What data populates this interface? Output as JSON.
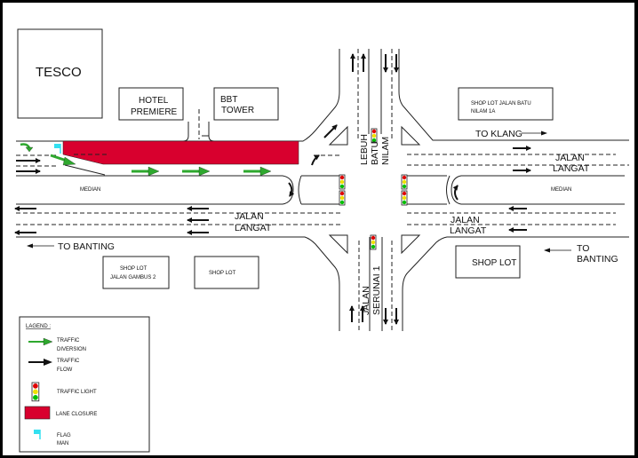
{
  "buildings": {
    "tesco": "TESCO",
    "hotel_premiere": [
      "HOTEL",
      "PREMIERE"
    ],
    "bbt_tower": [
      "BBT",
      "TOWER"
    ],
    "shop_lot_batu_nilam": [
      "SHOP LOT JALAN BATU",
      "NILAM 1A"
    ],
    "shop_lot_gambus": [
      "SHOP LOT",
      "JALAN GAMBUS 2"
    ],
    "shop_lot_center": "SHOP LOT",
    "shop_lot_right": "SHOP LOT"
  },
  "roads": {
    "north": [
      "LEBUH",
      "BATU",
      "NILAM"
    ],
    "south": [
      "JALAN",
      "SERUNAI 1"
    ],
    "jalan_langat_east_upper": [
      "JALAN",
      "LANGAT"
    ],
    "jalan_langat_east_lower": [
      "JALAN",
      "LANGAT"
    ],
    "jalan_langat_west": [
      "JALAN",
      "LANGAT"
    ],
    "median": "MEDIAN"
  },
  "directions": {
    "to_klang": "TO KLANG",
    "to_banting_west": "TO BANTING",
    "to_banting_east": [
      "TO",
      "BANTING"
    ]
  },
  "legend": {
    "title": "LAGEND :",
    "items": [
      {
        "icon": "green-arrow-icon",
        "label": [
          "TRAFFIC",
          "DIVERSION"
        ]
      },
      {
        "icon": "black-arrow-icon",
        "label": [
          "TRAFFIC",
          "FLOW"
        ]
      },
      {
        "icon": "traffic-light-icon",
        "label": [
          "TRAFFIC LIGHT"
        ]
      },
      {
        "icon": "lane-closure-icon",
        "label": [
          "LANE CLOSURE"
        ]
      },
      {
        "icon": "flag-icon",
        "label": [
          "FLAG",
          "MAN"
        ]
      }
    ]
  },
  "colors": {
    "lane_closure": "#D8002E",
    "diversion": "#2EA82E",
    "flag": "#33E0F0",
    "light_red": "#E00000",
    "light_yellow": "#F0E000",
    "light_green": "#00C000"
  }
}
